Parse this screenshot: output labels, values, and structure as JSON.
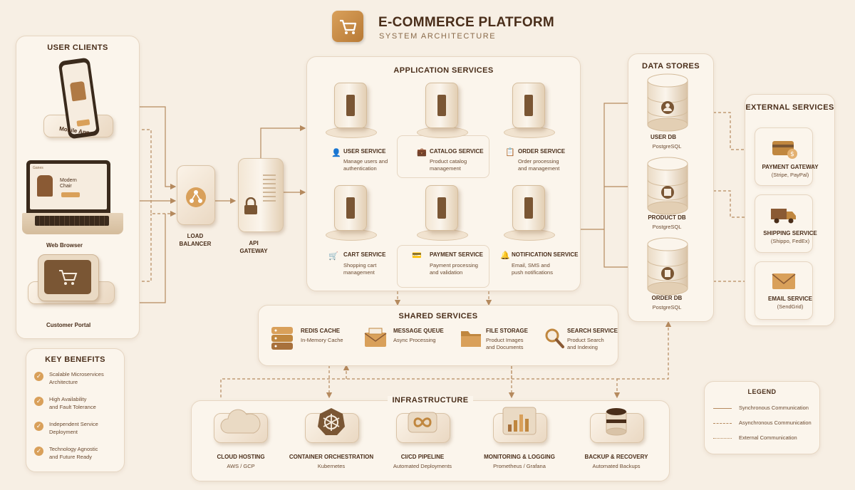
{
  "header": {
    "title": "E-COMMERCE PLATFORM",
    "subtitle": "SYSTEM ARCHITECTURE",
    "logo_icon": "cart-icon"
  },
  "user_clients": {
    "title": "USER CLIENTS",
    "mobile_screen_label": "Mobile App",
    "web_screen_brand": "Ganes",
    "web_screen_product": "Modern Chair",
    "web_label": "Web Browser",
    "portal_label": "Customer Portal"
  },
  "load_balancer": {
    "line1": "LOAD",
    "line2": "BALANCER"
  },
  "api_gateway": {
    "line1": "API",
    "line2": "GATEWAY"
  },
  "app_services": {
    "title": "APPLICATION SERVICES",
    "items": [
      {
        "name": "USER SERVICE",
        "line1": "Manage users and",
        "line2": "authentication",
        "icon": "user-icon"
      },
      {
        "name": "CATALOG SERVICE",
        "line1": "Product catalog",
        "line2": "management",
        "icon": "catalog-icon"
      },
      {
        "name": "ORDER SERVICE",
        "line1": "Order processing",
        "line2": "and management",
        "icon": "order-icon"
      },
      {
        "name": "CART SERVICE",
        "line1": "Shopping cart",
        "line2": "management",
        "icon": "cart-icon"
      },
      {
        "name": "PAYMENT SERVICE",
        "line1": "Payment processing",
        "line2": "and validation",
        "icon": "payment-icon"
      },
      {
        "name": "NOTIFICATION SERVICE",
        "line1": "Email, SMS and",
        "line2": "push notifications",
        "icon": "bell-icon"
      }
    ]
  },
  "data_stores": {
    "title": "DATA STORES",
    "items": [
      {
        "name": "USER DB",
        "engine": "PostgreSQL"
      },
      {
        "name": "PRODUCT DB",
        "engine": "PostgreSQL"
      },
      {
        "name": "ORDER DB",
        "engine": "PostgreSQL"
      }
    ]
  },
  "external_services": {
    "title": "EXTERNAL SERVICES",
    "items": [
      {
        "name": "PAYMENT GATEWAY",
        "detail": "(Stripe, PayPal)",
        "icon": "credit-card-icon"
      },
      {
        "name": "SHIPPING SERVICE",
        "detail": "(Shippo, FedEx)",
        "icon": "truck-icon"
      },
      {
        "name": "EMAIL SERVICE",
        "detail": "(SendGrid)",
        "icon": "envelope-icon"
      }
    ]
  },
  "shared_services": {
    "title": "SHARED SERVICES",
    "items": [
      {
        "name": "REDIS CACHE",
        "line1": "In-Memory Cache",
        "line2": "",
        "icon": "stack-icon"
      },
      {
        "name": "MESSAGE QUEUE",
        "line1": "Async Processing",
        "line2": "",
        "icon": "mail-queue-icon"
      },
      {
        "name": "FILE STORAGE",
        "line1": "Product Images",
        "line2": "and Documents",
        "icon": "folder-icon"
      },
      {
        "name": "SEARCH SERVICE",
        "line1": "Product Search",
        "line2": "and Indexing",
        "icon": "magnifier-icon"
      }
    ]
  },
  "infrastructure": {
    "title": "INFRASTRUCTURE",
    "items": [
      {
        "name": "CLOUD HOSTING",
        "detail": "AWS / GCP",
        "icon": "cloud-icon"
      },
      {
        "name": "CONTAINER ORCHESTRATION",
        "detail": "Kubernetes",
        "icon": "kubernetes-icon"
      },
      {
        "name": "CI/CD PIPELINE",
        "detail": "Automated Deployments",
        "icon": "infinity-icon"
      },
      {
        "name": "MONITORING & LOGGING",
        "detail": "Prometheus / Grafana",
        "icon": "bar-chart-icon"
      },
      {
        "name": "BACKUP & RECOVERY",
        "detail": "Automated Backups",
        "icon": "database-icon"
      }
    ]
  },
  "key_benefits": {
    "title": "KEY BENEFITS",
    "items": [
      {
        "line1": "Scalable Microservices",
        "line2": "Architecture"
      },
      {
        "line1": "High Availability",
        "line2": "and Fault Tolerance"
      },
      {
        "line1": "Independent Service",
        "line2": "Deployment"
      },
      {
        "line1": "Technology Agnostic",
        "line2": "and Future Ready"
      }
    ]
  },
  "legend": {
    "title": "LEGEND",
    "items": [
      {
        "label": "Synchronous Communication",
        "style": "solid"
      },
      {
        "label": "Asynchronous Communication",
        "style": "dashed"
      },
      {
        "label": "External Communication",
        "style": "dotted"
      }
    ]
  },
  "colors": {
    "background": "#f7efe4",
    "accent": "#c0873f",
    "line": "#b58a5e",
    "text_dark": "#4a2e1a"
  }
}
